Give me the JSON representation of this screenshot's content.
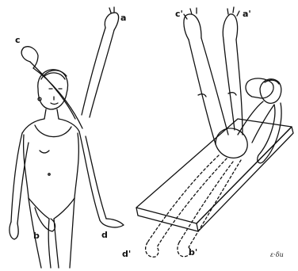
{
  "labels": {
    "left": {
      "a": "a",
      "c": "c",
      "b": "b",
      "d": "d"
    },
    "right": {
      "c": "c'",
      "a": "a'",
      "d": "d'",
      "b": "b'"
    }
  },
  "signature": "ε·δu",
  "colors": {
    "ink": "#111111",
    "background": "#ffffff"
  }
}
